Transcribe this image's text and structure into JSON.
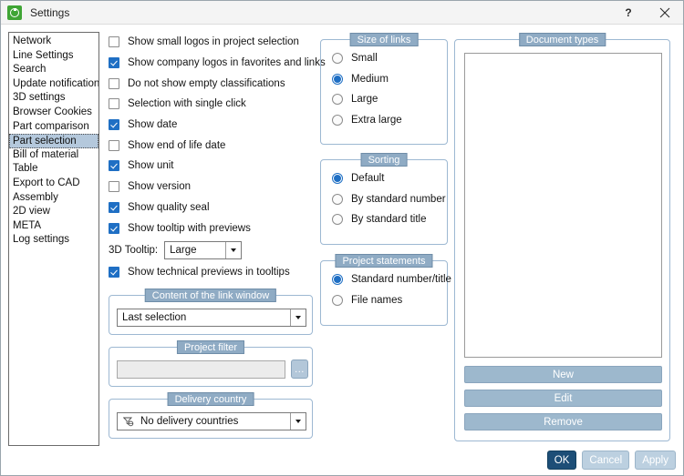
{
  "window": {
    "title": "Settings",
    "app_icon": "refresh-circle-icon",
    "help_label": "?",
    "close_label": "close-icon"
  },
  "sidebar": {
    "items": [
      {
        "label": "Network",
        "selected": false
      },
      {
        "label": "Line Settings",
        "selected": false
      },
      {
        "label": "Search",
        "selected": false
      },
      {
        "label": "Update notification",
        "selected": false
      },
      {
        "label": "3D settings",
        "selected": false
      },
      {
        "label": "Browser Cookies",
        "selected": false
      },
      {
        "label": "Part comparison",
        "selected": false
      },
      {
        "label": "Part selection",
        "selected": true
      },
      {
        "label": "Bill of material",
        "selected": false
      },
      {
        "label": "Table",
        "selected": false
      },
      {
        "label": "Export to CAD",
        "selected": false
      },
      {
        "label": "Assembly",
        "selected": false
      },
      {
        "label": "2D view",
        "selected": false
      },
      {
        "label": "META",
        "selected": false
      },
      {
        "label": "Log settings",
        "selected": false
      }
    ]
  },
  "checkboxes": [
    {
      "label": "Show small logos in project selection",
      "checked": false
    },
    {
      "label": "Show company logos in favorites and links",
      "checked": true
    },
    {
      "label": "Do not show empty classifications",
      "checked": false
    },
    {
      "label": "Selection with single click",
      "checked": false
    },
    {
      "label": "Show date",
      "checked": true
    },
    {
      "label": "Show end of life date",
      "checked": false
    },
    {
      "label": "Show unit",
      "checked": true
    },
    {
      "label": "Show version",
      "checked": false
    },
    {
      "label": "Show quality seal",
      "checked": true
    },
    {
      "label": "Show tooltip with previews",
      "checked": true
    }
  ],
  "tooltip_size": {
    "label": "3D Tooltip:",
    "value": "Large"
  },
  "technical_previews": {
    "label": "Show technical previews in tooltips",
    "checked": true
  },
  "link_window": {
    "caption": "Content of the link window",
    "value": "Last selection"
  },
  "project_filter": {
    "caption": "Project filter",
    "value": "",
    "browse_label": "...",
    "browse_icon": "ellipsis-icon"
  },
  "delivery_country": {
    "caption": "Delivery country",
    "value": "No delivery countries",
    "icon": "filter-globe-icon"
  },
  "size_of_links": {
    "caption": "Size of links",
    "options": [
      {
        "label": "Small",
        "selected": false
      },
      {
        "label": "Medium",
        "selected": true
      },
      {
        "label": "Large",
        "selected": false
      },
      {
        "label": "Extra large",
        "selected": false
      }
    ]
  },
  "sorting": {
    "caption": "Sorting",
    "options": [
      {
        "label": "Default",
        "selected": true
      },
      {
        "label": "By standard number",
        "selected": false
      },
      {
        "label": "By standard title",
        "selected": false
      }
    ]
  },
  "project_statements": {
    "caption": "Project statements",
    "options": [
      {
        "label": "Standard number/title",
        "selected": true
      },
      {
        "label": "File names",
        "selected": false
      }
    ]
  },
  "document_types": {
    "caption": "Document types",
    "items": [],
    "buttons": {
      "new": "New",
      "edit": "Edit",
      "remove": "Remove"
    }
  },
  "footer": {
    "ok": "OK",
    "cancel": "Cancel",
    "apply": "Apply"
  },
  "colors": {
    "accent": "#1f6fc4",
    "group_caption_bg": "#8fabc4",
    "panel_button_bg": "#9db8cd",
    "selection_bg": "#b4c8dc",
    "primary_button_bg": "#1d4e77"
  }
}
